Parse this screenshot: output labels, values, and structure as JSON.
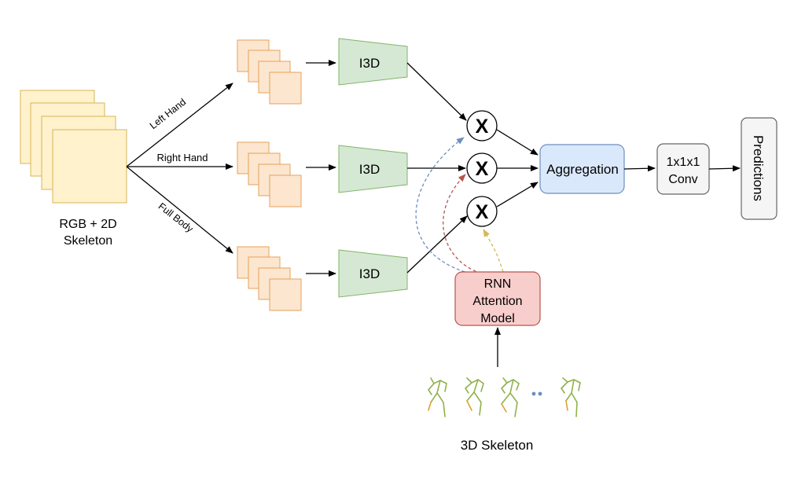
{
  "input": {
    "line1": "RGB + 2D",
    "line2": "Skeleton"
  },
  "branches": {
    "left_hand": "Left Hand",
    "right_hand": "Right Hand",
    "full_body": "Full Body"
  },
  "i3d_labels": [
    "I3D",
    "I3D",
    "I3D"
  ],
  "multiply_symbol": "X",
  "aggregation_label": "Aggregation",
  "conv": {
    "line1": "1x1x1",
    "line2": "Conv"
  },
  "predictions_label": "Predictions",
  "rnn": {
    "line1": "RNN",
    "line2": "Attention",
    "line3": "Model"
  },
  "skeleton_label": "3D Skeleton",
  "colors": {
    "input_fill": "#fff2cc",
    "input_stroke": "#d6b656",
    "crop_fill": "#fce6cf",
    "crop_stroke": "#e6a15a",
    "i3d_fill": "#d5e8d4",
    "i3d_stroke": "#82b366",
    "agg_fill": "#dae8fc",
    "agg_stroke": "#6c8ebf",
    "conv_fill": "#f5f5f5",
    "conv_stroke": "#666666",
    "rnn_fill": "#f8cecc",
    "rnn_stroke": "#b85450",
    "attn_blue": "#6c8ebf",
    "attn_red": "#b85450",
    "attn_yellow": "#d6b656",
    "skeleton_green": "#8fb24a",
    "skeleton_orange": "#e0a030",
    "dots_blue": "#6c8ebf"
  }
}
